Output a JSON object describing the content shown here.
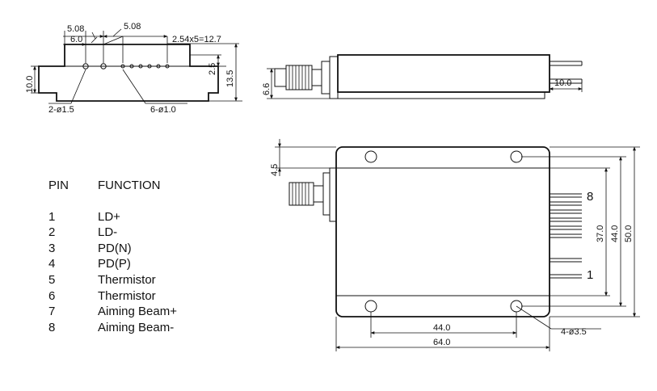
{
  "front_view": {
    "dims": {
      "d508_left": "5.08",
      "d60": "6.0",
      "d508_right": "5.08",
      "pitch": "2.54x5=12.7",
      "d10": "10.0",
      "d25": "2.5",
      "d135": "13.5",
      "holes2": "2-ø1.5",
      "holes6": "6-ø1.0"
    }
  },
  "side_view": {
    "dims": {
      "d66": "6.6",
      "d100": "10.0"
    }
  },
  "top_view": {
    "dims": {
      "d45": "4.5",
      "d370": "37.0",
      "d440v": "44.0",
      "d500": "50.0",
      "d440h": "44.0",
      "d640": "64.0",
      "holes4": "4-ø3.5"
    },
    "pin_labels": {
      "first": "1",
      "last": "8"
    }
  },
  "pin_table": {
    "header_pin": "PIN",
    "header_function": "FUNCTION",
    "rows": [
      {
        "pin": "1",
        "function": "LD+"
      },
      {
        "pin": "2",
        "function": "LD-"
      },
      {
        "pin": "3",
        "function": "PD(N)"
      },
      {
        "pin": "4",
        "function": "PD(P)"
      },
      {
        "pin": "5",
        "function": "Thermistor"
      },
      {
        "pin": "6",
        "function": "Thermistor"
      },
      {
        "pin": "7",
        "function": "Aiming Beam+"
      },
      {
        "pin": "8",
        "function": "Aiming Beam-"
      }
    ]
  }
}
